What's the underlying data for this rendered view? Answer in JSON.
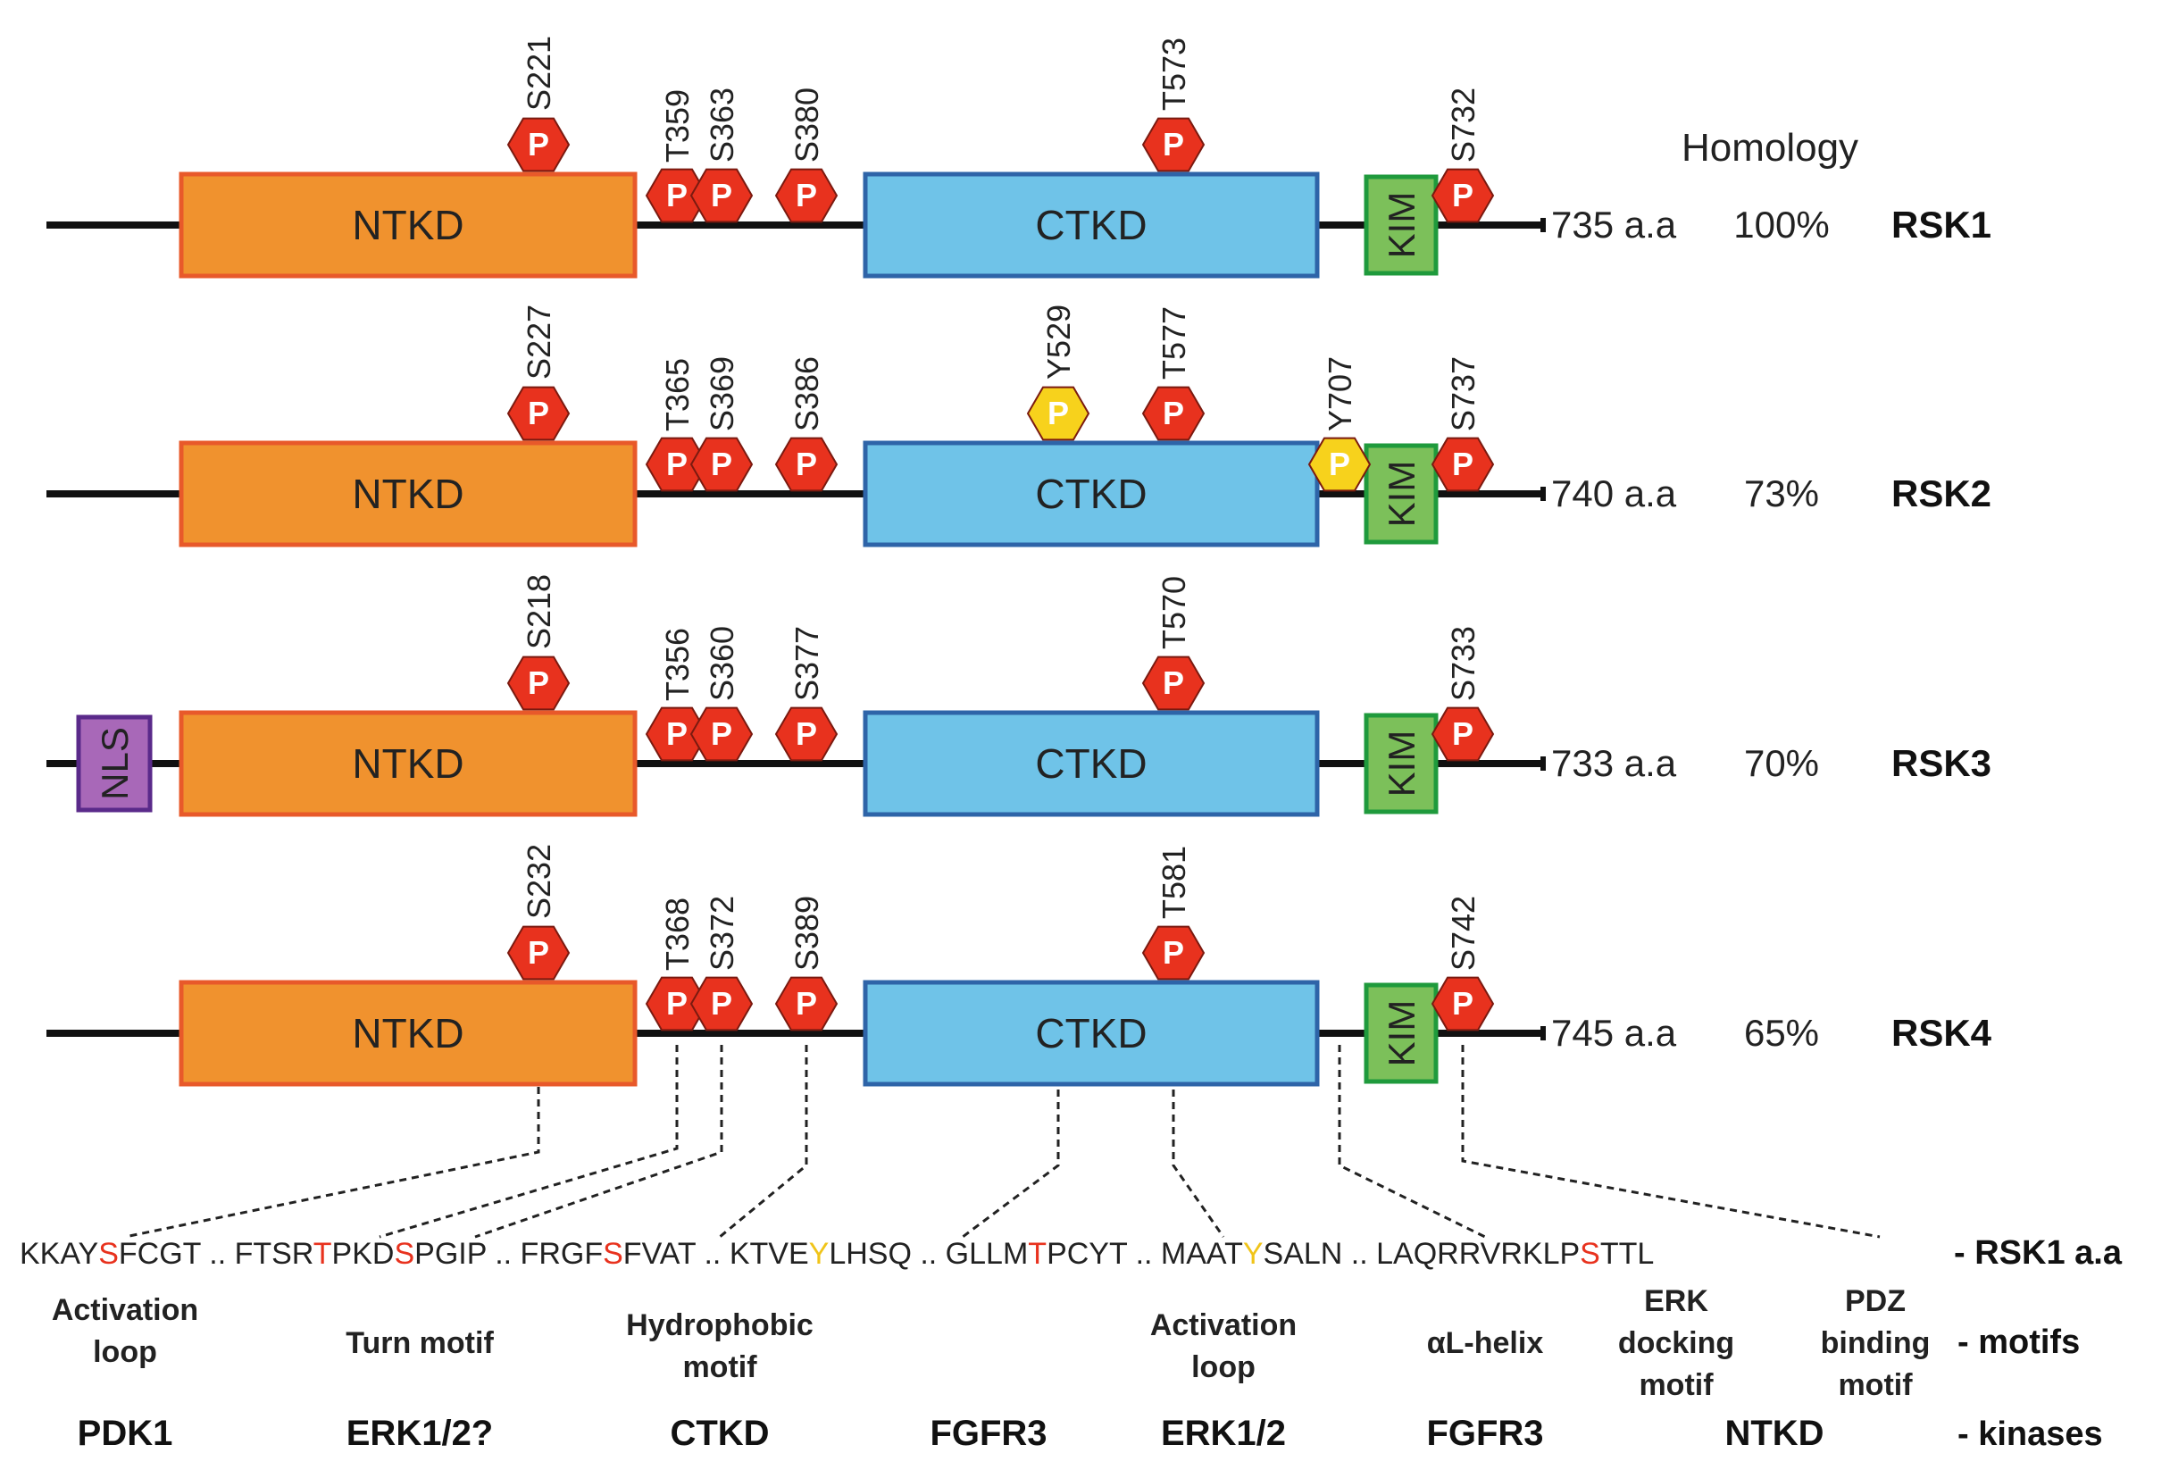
{
  "homology_header": "Homology",
  "domain_labels": {
    "ntkd": "NTKD",
    "ctkd": "CTKD",
    "kim": "KIM",
    "nls": "NLS"
  },
  "phospho_symbol": "P",
  "colors": {
    "ntkd_fill": "#f0922e",
    "ntkd_border": "#e8592a",
    "ctkd_fill": "#6fc3e8",
    "ctkd_border": "#2e64a8",
    "kim_fill": "#7cc05a",
    "kim_border": "#1f9a3c",
    "nls_fill": "#a868b8",
    "nls_border": "#5a2a8a",
    "phospho_ser_thr": "#e8321e",
    "phospho_tyr": "#f7d21c",
    "highlight_red": "#e8321e",
    "highlight_yellow": "#f0c419"
  },
  "isoforms": [
    {
      "name": "RSK1",
      "length": "735 a.a",
      "homology": "100%",
      "has_nls": false,
      "ntkd_site": "S221",
      "linker_sites": [
        "T359",
        "S363",
        "S380"
      ],
      "tyr_ctkd_site": "",
      "ctkd_site": "T573",
      "tyr_kim_site": "",
      "kim_site": "S732"
    },
    {
      "name": "RSK2",
      "length": "740 a.a",
      "homology": "73%",
      "has_nls": false,
      "ntkd_site": "S227",
      "linker_sites": [
        "T365",
        "S369",
        "S386"
      ],
      "tyr_ctkd_site": "Y529",
      "ctkd_site": "T577",
      "tyr_kim_site": "Y707",
      "kim_site": "S737"
    },
    {
      "name": "RSK3",
      "length": "733 a.a",
      "homology": "70%",
      "has_nls": true,
      "ntkd_site": "S218",
      "linker_sites": [
        "T356",
        "S360",
        "S377"
      ],
      "tyr_ctkd_site": "",
      "ctkd_site": "T570",
      "tyr_kim_site": "",
      "kim_site": "S733"
    },
    {
      "name": "RSK4",
      "length": "745 a.a",
      "homology": "65%",
      "has_nls": false,
      "ntkd_site": "S232",
      "linker_sites": [
        "T368",
        "S372",
        "S389"
      ],
      "tyr_ctkd_site": "",
      "ctkd_site": "T581",
      "tyr_kim_site": "",
      "kim_site": "S742"
    }
  ],
  "sequence_row": {
    "segments": [
      {
        "text": "KKAY",
        "color": "black"
      },
      {
        "text": "S",
        "color": "red"
      },
      {
        "text": "FCGT .. FTSR",
        "color": "black"
      },
      {
        "text": "T",
        "color": "red"
      },
      {
        "text": "PKD",
        "color": "black"
      },
      {
        "text": "S",
        "color": "red"
      },
      {
        "text": "PGIP .. FRGF",
        "color": "black"
      },
      {
        "text": "S",
        "color": "red"
      },
      {
        "text": "FVAT .. KTVE",
        "color": "black"
      },
      {
        "text": "Y",
        "color": "yellow"
      },
      {
        "text": "LHSQ .. GLLM",
        "color": "black"
      },
      {
        "text": "T",
        "color": "red"
      },
      {
        "text": "PCYT .. MAAT",
        "color": "black"
      },
      {
        "text": "Y",
        "color": "yellow"
      },
      {
        "text": "SALN .. LAQRRVRKLP",
        "color": "black"
      },
      {
        "text": "S",
        "color": "red"
      },
      {
        "text": "TTL",
        "color": "black"
      }
    ],
    "label": "- RSK1 a.a"
  },
  "motifs": [
    [
      "Activation",
      "loop"
    ],
    [
      "Turn motif"
    ],
    [
      "Hydrophobic",
      "motif"
    ],
    [
      "Activation",
      "loop"
    ],
    [
      "αL-helix"
    ],
    [
      "ERK",
      "docking",
      "motif"
    ],
    [
      "PDZ",
      "binding",
      "motif"
    ]
  ],
  "motifs_label": "- motifs",
  "kinases": [
    "PDK1",
    "ERK1/2?",
    "CTKD",
    "FGFR3",
    "ERK1/2",
    "FGFR3",
    "NTKD"
  ],
  "kinases_label": "- kinases"
}
